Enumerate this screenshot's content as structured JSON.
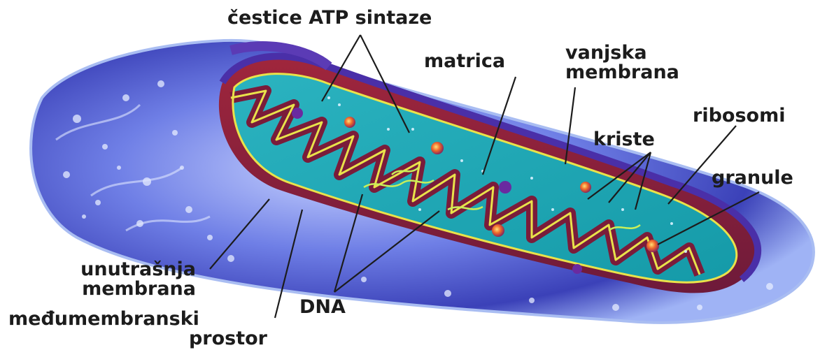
{
  "labels": {
    "atp": "čestice ATP sintaze",
    "matrix": "matrica",
    "outer_membrane_1": "vanjska",
    "outer_membrane_2": "membrana",
    "ribosomes": "ribosomi",
    "cristae": "kriste",
    "granules": "granule",
    "inner_membrane_1": "unutrašnja",
    "inner_membrane_2": "membrana",
    "intermembrane_1": "međumembranski",
    "intermembrane_2": "prostor",
    "dna": "DNA"
  }
}
